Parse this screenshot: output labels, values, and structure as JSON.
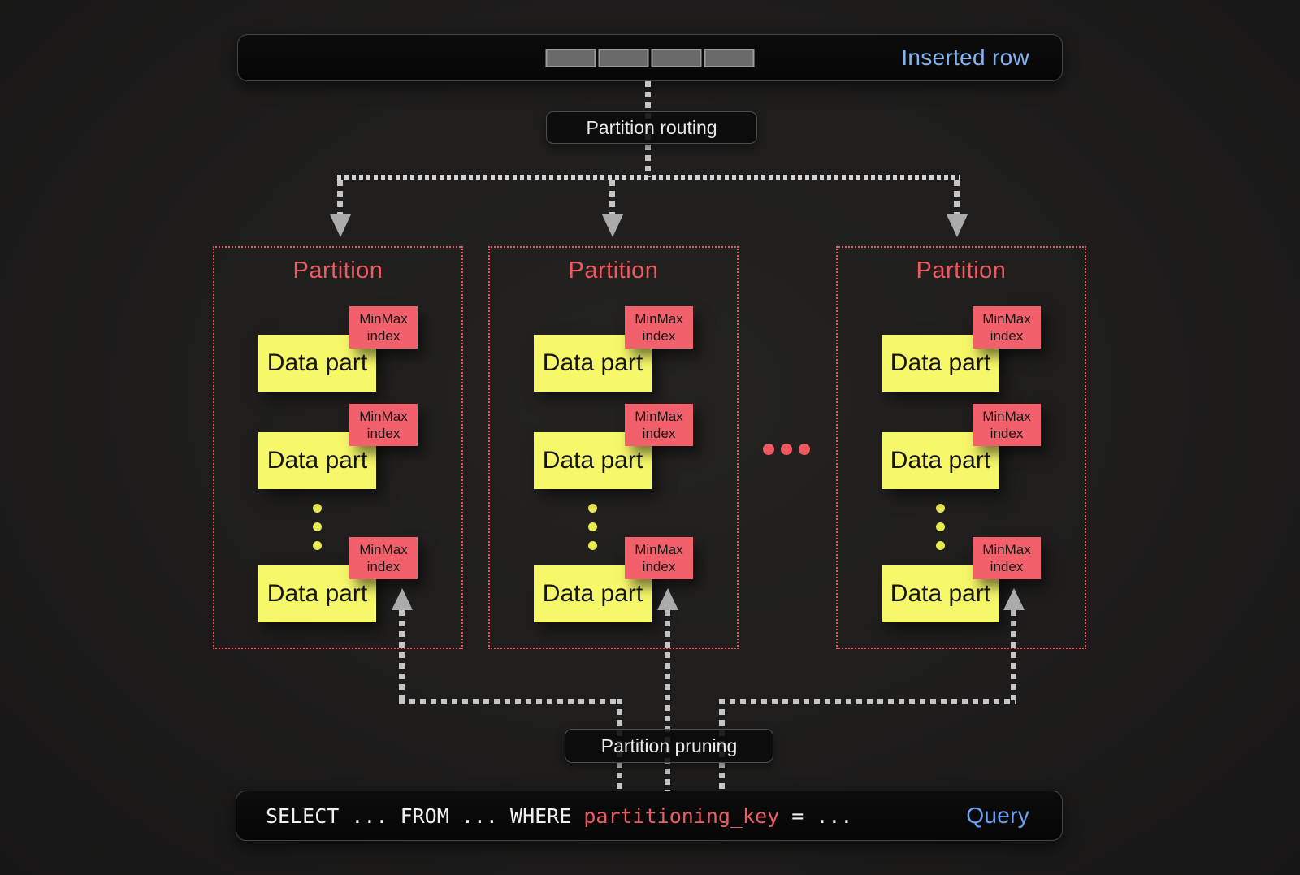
{
  "inserted_row": {
    "label": "Inserted row",
    "cell_count": 4
  },
  "labels": {
    "routing": "Partition routing",
    "pruning": "Partition pruning"
  },
  "partitions": [
    {
      "title": "Partition",
      "parts": [
        {
          "label": "Data part",
          "tag": "MinMax index"
        },
        {
          "label": "Data part",
          "tag": "MinMax index"
        },
        {
          "label": "Data part",
          "tag": "MinMax index"
        }
      ]
    },
    {
      "title": "Partition",
      "parts": [
        {
          "label": "Data part",
          "tag": "MinMax index"
        },
        {
          "label": "Data part",
          "tag": "MinMax index"
        },
        {
          "label": "Data part",
          "tag": "MinMax index"
        }
      ]
    },
    {
      "title": "Partition",
      "parts": [
        {
          "label": "Data part",
          "tag": "MinMax index"
        },
        {
          "label": "Data part",
          "tag": "MinMax index"
        },
        {
          "label": "Data part",
          "tag": "MinMax index"
        }
      ]
    }
  ],
  "query": {
    "code_before": "SELECT ... FROM ... WHERE ",
    "code_key": "partitioning_key",
    "code_after": " = ...",
    "label": "Query"
  },
  "colors": {
    "accent_blue": "#85b4f3",
    "accent_red": "#ee5a61",
    "data_part_yellow": "#f6f769",
    "minmax_tag_red": "#f2616b",
    "connector_gray": "#c6c6c6",
    "background": "#1e1d1c"
  }
}
